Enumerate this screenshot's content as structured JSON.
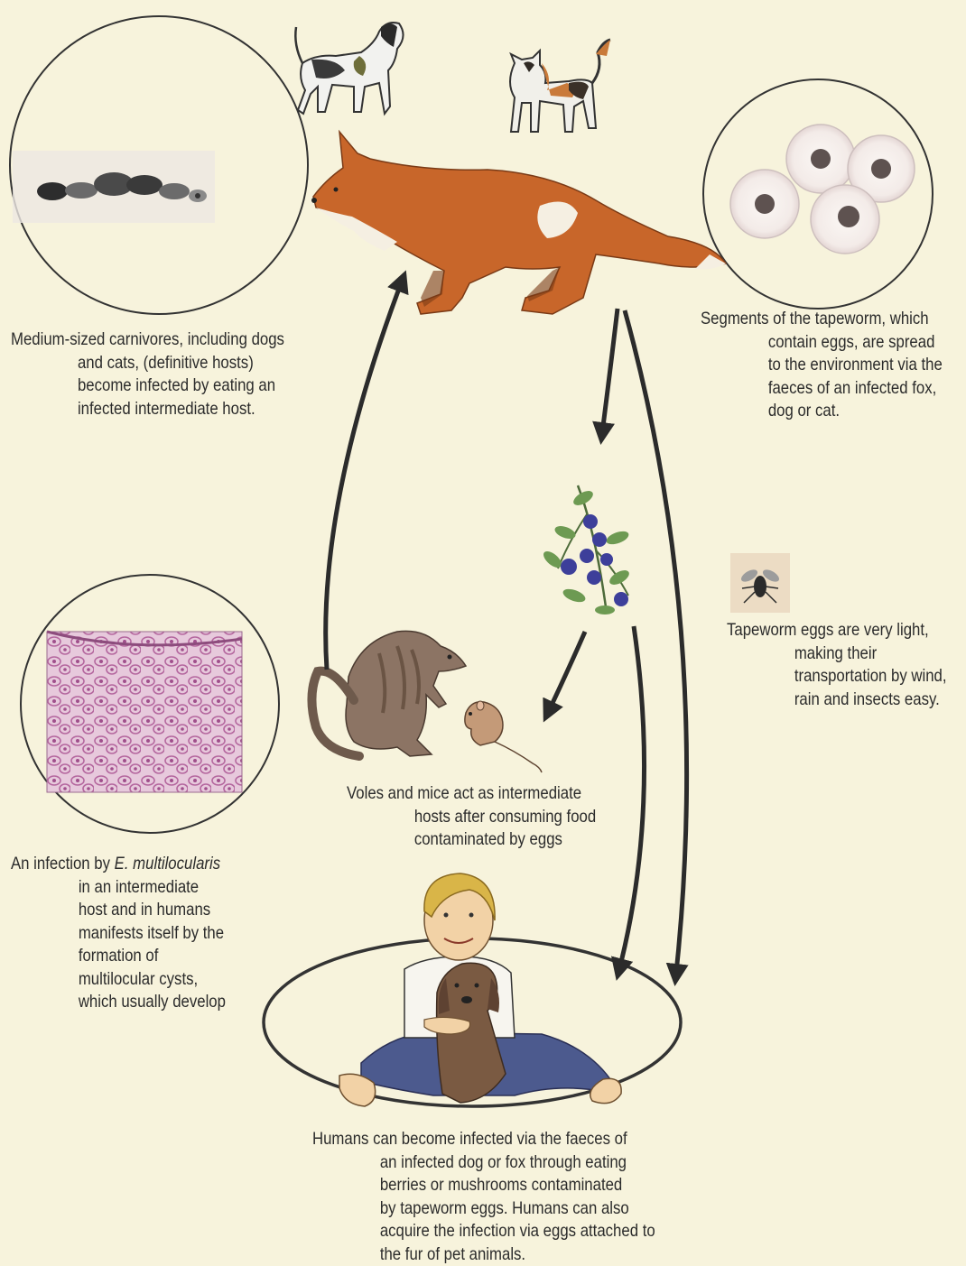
{
  "captions": {
    "carnivores": [
      "Medium-sized carnivores, including dogs",
      "and cats, (definitive hosts)",
      "become infected by eating an",
      "infected intermediate host."
    ],
    "segments": [
      "Segments of the tapeworm, which",
      "contain eggs, are spread",
      "to the environment via the",
      "faeces of an infected fox,",
      "dog or cat."
    ],
    "light_eggs": [
      "Tapeworm eggs are very light,",
      "making their",
      "transportation by wind,",
      "rain and insects easy."
    ],
    "voles": [
      "Voles and mice act as intermediate",
      "hosts after consuming  food",
      "contaminated by eggs"
    ],
    "infection": {
      "line1_prefix": "An infection by ",
      "line1_italic": "E. multilocularis",
      "rest": [
        "in  an intermediate",
        "host and in humans",
        "manifests itself by the",
        "formation of",
        "multilocular cysts,",
        "which usually develop"
      ]
    },
    "humans": [
      "Humans can become infected via the faeces of",
      "an infected dog or fox through eating",
      "berries or mushrooms contaminated",
      "by tapeworm eggs. Humans can also",
      "acquire the infection via eggs attached to",
      "the fur of pet animals."
    ]
  },
  "colors": {
    "background": "#f7f3dc",
    "fox": "#c8662a",
    "arrow": "#2b2b2b",
    "berry": "#3d3f9a",
    "cyst_tissue": "#c27cb2"
  }
}
